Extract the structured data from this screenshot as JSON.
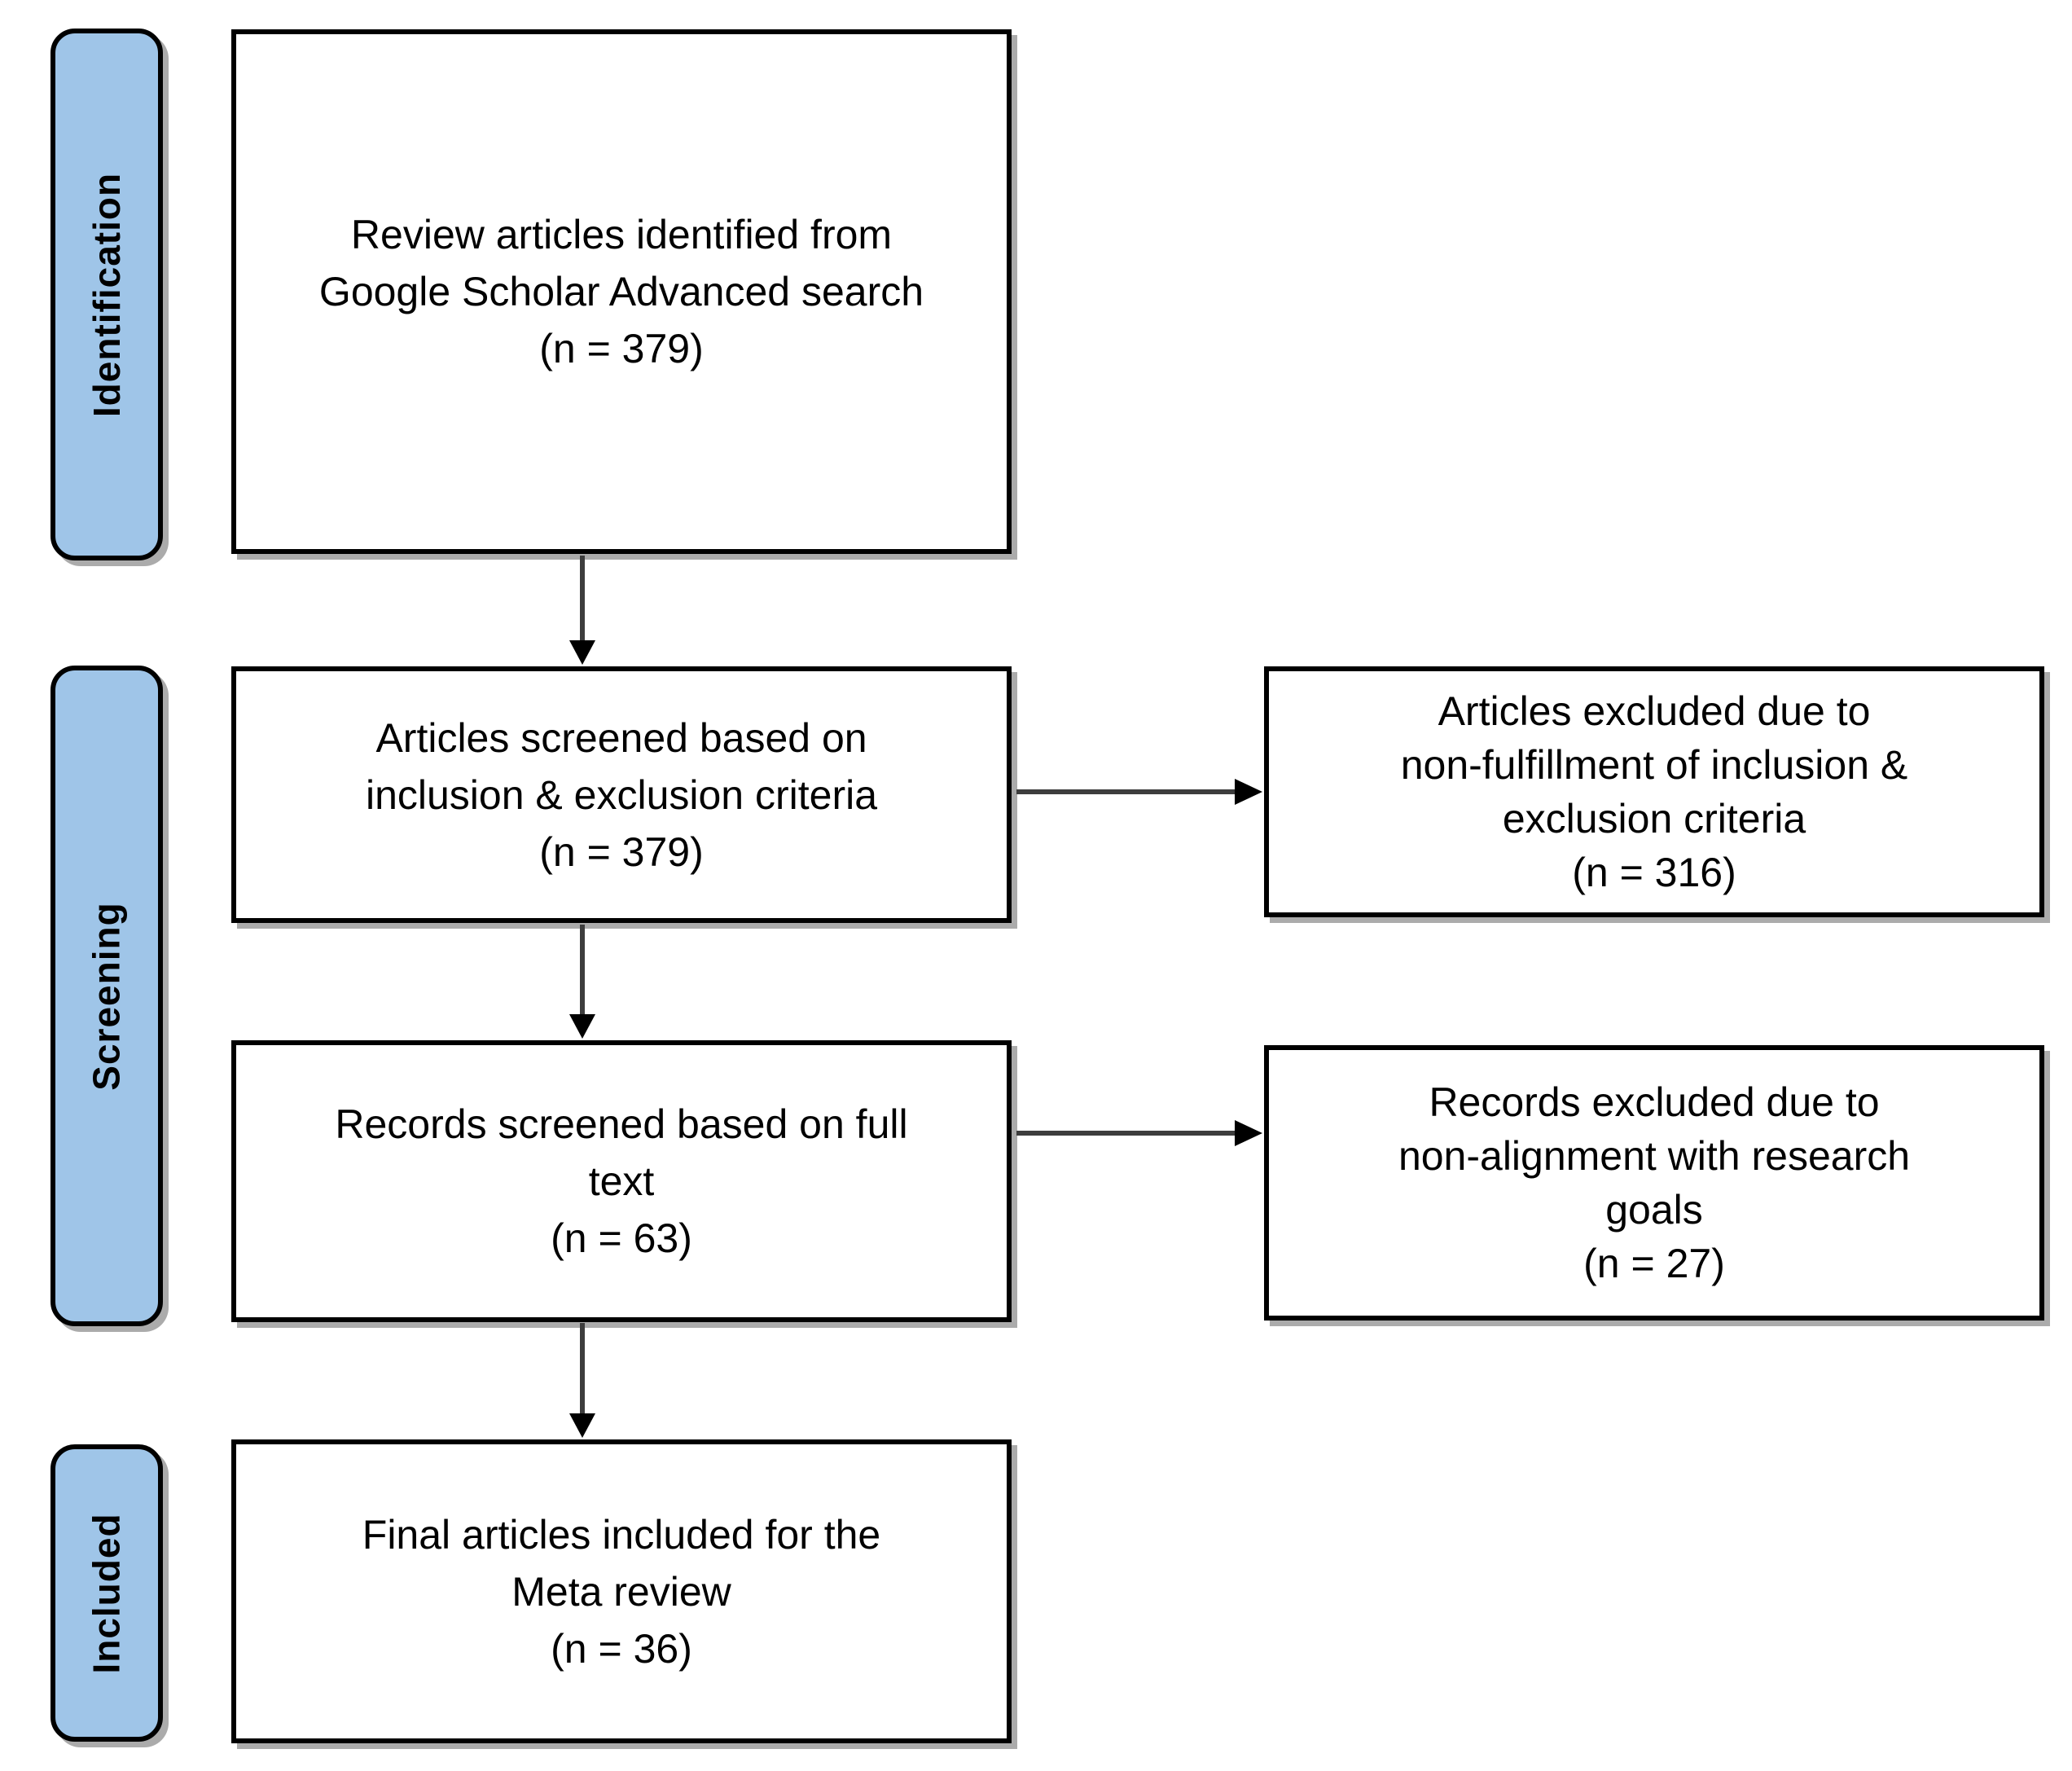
{
  "diagram": {
    "type": "prisma-flowchart",
    "stages": [
      {
        "label": "Identification"
      },
      {
        "label": "Screening"
      },
      {
        "label": "Included"
      }
    ],
    "boxes": {
      "identified": {
        "lines": [
          "Review articles identified from",
          "Google Scholar Advanced search",
          "(n = 379)"
        ]
      },
      "screened": {
        "lines": [
          "Articles screened based on",
          "inclusion & exclusion criteria",
          "(n = 379)"
        ]
      },
      "fulltext": {
        "lines": [
          "Records screened based on full",
          "text",
          "(n = 63)"
        ]
      },
      "included": {
        "lines": [
          "Final articles included for the",
          "Meta review",
          "(n = 36)"
        ]
      },
      "excluded1": {
        "lines": [
          "Articles excluded due to",
          "non-fulfillment of inclusion &",
          "exclusion criteria",
          "(n = 316)"
        ]
      },
      "excluded2": {
        "lines": [
          "Records excluded due to",
          "non-alignment with research",
          "goals",
          "(n = 27)"
        ]
      }
    },
    "counts": {
      "identified": 379,
      "screened": 379,
      "excluded_criteria": 316,
      "fulltext_screened": 63,
      "excluded_goals": 27,
      "included_final": 36
    },
    "flow": [
      {
        "from": "identified",
        "to": "screened",
        "direction": "down"
      },
      {
        "from": "screened",
        "to": "excluded1",
        "direction": "right"
      },
      {
        "from": "screened",
        "to": "fulltext",
        "direction": "down"
      },
      {
        "from": "fulltext",
        "to": "excluded2",
        "direction": "right"
      },
      {
        "from": "fulltext",
        "to": "included",
        "direction": "down"
      }
    ],
    "colors": {
      "stage_fill": "#9FC5E8",
      "box_fill": "#FFFFFF",
      "border": "#000000",
      "shadow": "#ABABAB",
      "arrow_shaft": "#3D3D3D",
      "arrow_head": "#000000",
      "text": "#000000"
    }
  }
}
